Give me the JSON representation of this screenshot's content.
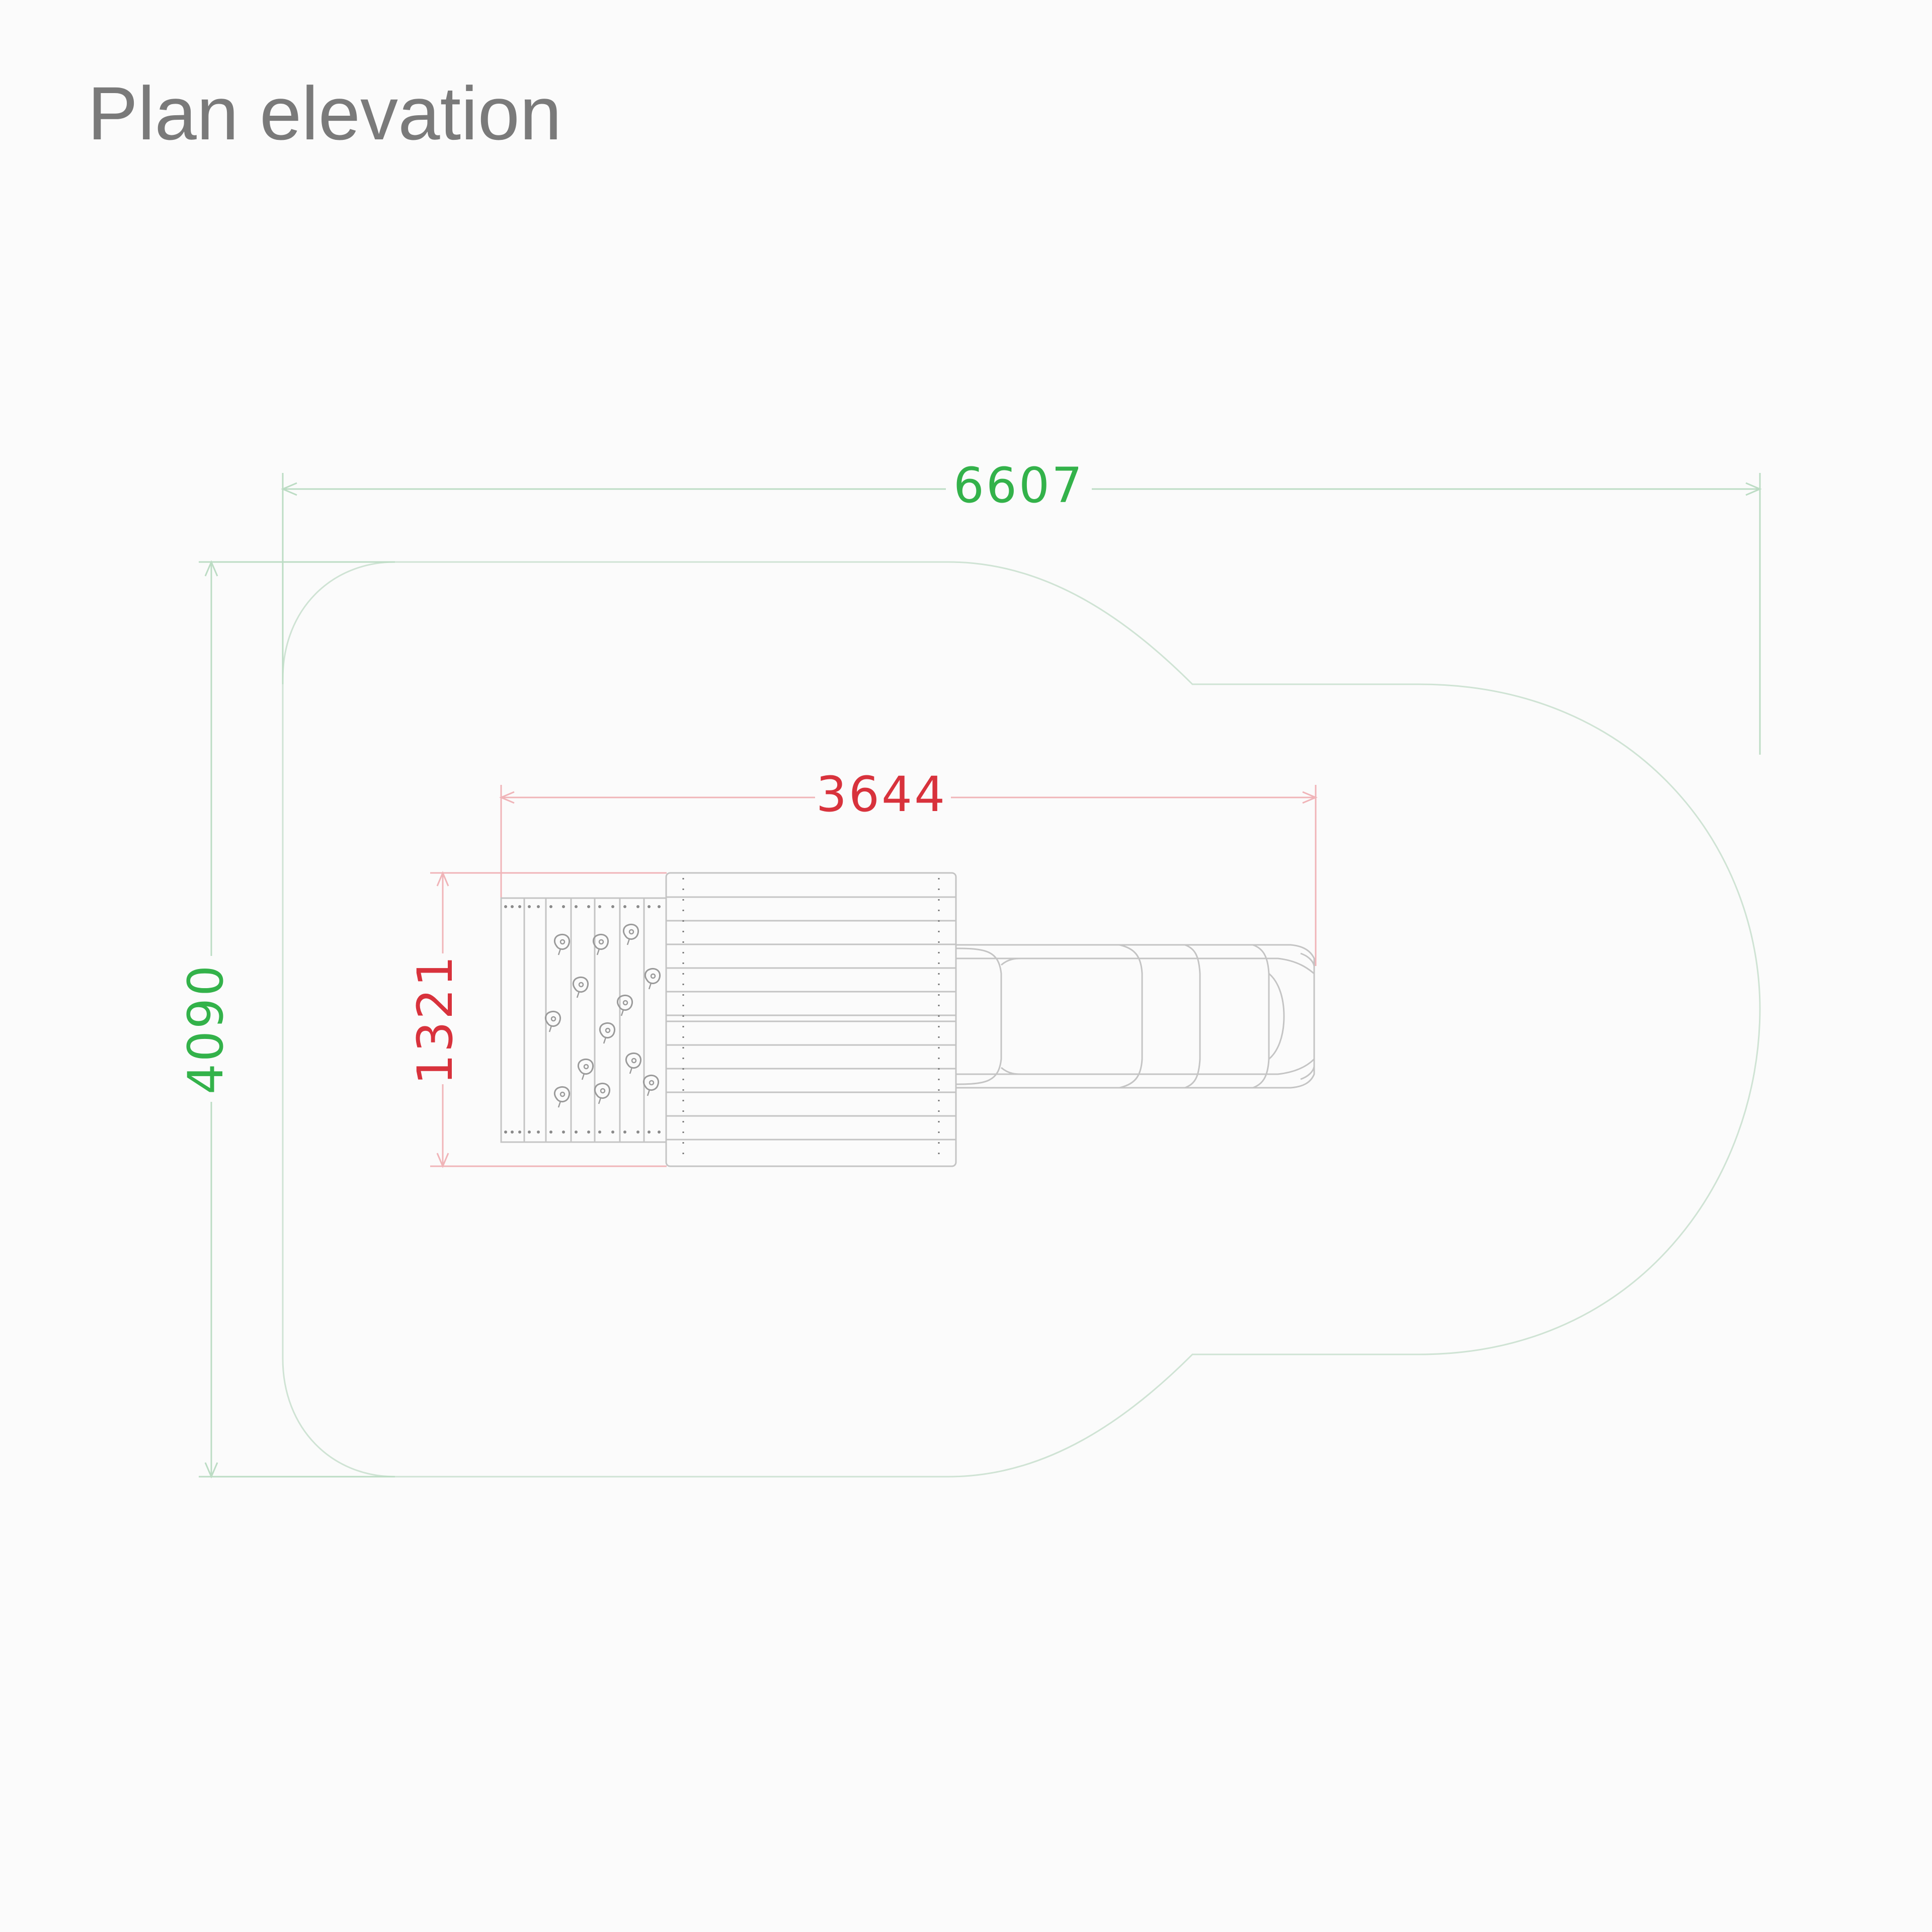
{
  "header": {
    "title": "Plan elevation"
  },
  "dimensions": {
    "overall_width": "6607",
    "overall_depth": "4090",
    "equipment_length": "3644",
    "equipment_width": "1321"
  },
  "colors": {
    "background": "#fbfbfb",
    "title": "#7a7a7a",
    "overall_dimension": "#33b24a",
    "equipment_dimension": "#d8323c",
    "safety_zone_outline": "#cfe3d4",
    "overall_dimension_line": "#bcdcc4",
    "equipment_dimension_line": "#f0b4b8",
    "equipment_outline": "#c4c4c4",
    "climbing_hold": "#9a9a9a"
  },
  "icons": {
    "climbing_hold": "climbing-hold-icon"
  }
}
